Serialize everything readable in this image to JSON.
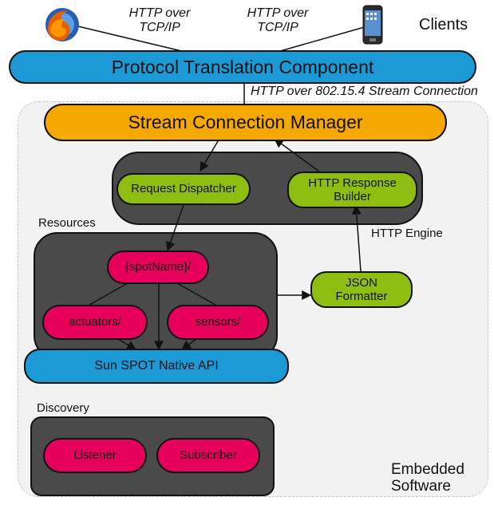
{
  "clients": {
    "left_label": "HTTP over\nTCP/IP",
    "right_label": "HTTP over\nTCP/IP",
    "title": "Clients",
    "browser_icon": "firefox-icon",
    "phone_icon": "smartphone-icon"
  },
  "protocol_translation": {
    "label": "Protocol Translation Component"
  },
  "stream_link_label": "HTTP over 802.15.4 Stream Connection",
  "stream_manager": {
    "label": "Stream Connection Manager"
  },
  "http_engine": {
    "label": "HTTP Engine",
    "request_dispatcher": "Request Dispatcher",
    "response_builder": "HTTP Response\nBuilder"
  },
  "resources": {
    "label": "Resources",
    "spot_name": "{spotName}/",
    "actuators": "actuators/",
    "sensors": "sensors/"
  },
  "json_formatter": {
    "label": "JSON\nFormatter"
  },
  "native_api": {
    "label": "Sun SPOT Native API"
  },
  "discovery": {
    "label": "Discovery",
    "listener": "Listener",
    "subscriber": "Subscriber"
  },
  "embedded_label": "Embedded\nSoftware",
  "colors": {
    "blue": "#1b9ad6",
    "orange": "#f5a800",
    "green": "#8fbe13",
    "pink": "#e6005c",
    "dark": "#4a4a4a",
    "embedded_bg": "#f2f2f2"
  }
}
